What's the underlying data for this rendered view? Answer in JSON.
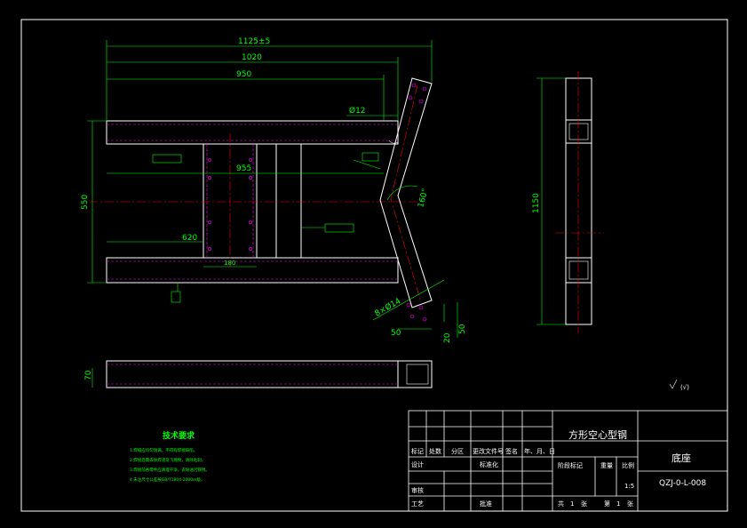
{
  "dimensions": {
    "overall_length": "1125±5",
    "length_1020": "1020",
    "length_950": "950",
    "diameter_12": "Ø12",
    "height_550": "550",
    "dim_955": "955",
    "dim_620": "620",
    "dim_180": "180",
    "angle_160": "160°",
    "holes": "8×Ø14",
    "dim_50_bottom": "50",
    "dim_20": "20",
    "dim_50_right": "50",
    "side_height": "1150",
    "thickness": "70"
  },
  "symbols": {
    "surface_finish": "(√)"
  },
  "technical_requirements": {
    "title": "技术要求",
    "items": [
      "1.焊缝应均匀饱满，不得有焊接缺陷。",
      "2.焊接后需去除焊渣及飞溅物，清除毛刺。",
      "3.焊接前各零件应清理干净，去除油污铁锈。",
      "4.未注尺寸公差按GB/T1804-2000m级。"
    ]
  },
  "title_block": {
    "material": "方形空心型钢",
    "part_name": "底座",
    "drawing_number": "QZJ-0-L-008",
    "scale": "1:5",
    "header_row": [
      "标记",
      "处数",
      "分区",
      "更改文件号",
      "签名",
      "年、月、日"
    ],
    "label_design": "设计",
    "label_standardize": "标准化",
    "label_check": "审核",
    "label_process": "工艺",
    "label_approve": "批准",
    "label_stage": "阶段标记",
    "label_weight": "重量",
    "label_ratio": "比例",
    "label_total": "共",
    "total_sheets": "1",
    "label_sheets": "张",
    "label_page": "第",
    "page_number": "1",
    "label_sheet2": "张"
  }
}
